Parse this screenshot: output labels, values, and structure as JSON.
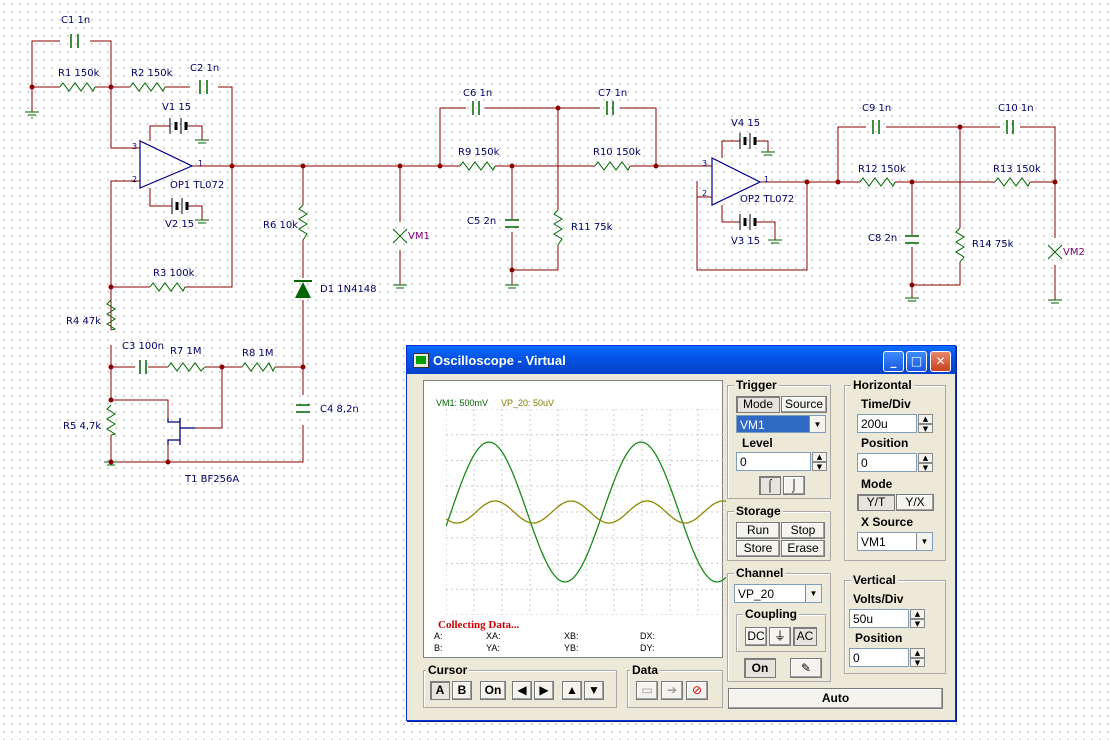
{
  "schematic": {
    "labels": {
      "c1": "C1 1n",
      "r1": "R1 150k",
      "r2": "R2 150k",
      "c2": "C2 1n",
      "v1": "V1 15",
      "op1": "OP1 TL072",
      "v2": "V2 15",
      "r3": "R3 100k",
      "r4": "R4 47k",
      "c3": "C3 100n",
      "r7": "R7 1M",
      "r8": "R8 1M",
      "r5": "R5 4,7k",
      "t1": "T1 BF256A",
      "r6": "R6 10k",
      "d1": "D1 1N4148",
      "c4": "C4 8,2n",
      "vm1": "VM1",
      "c6": "C6 1n",
      "c7": "C7 1n",
      "r9": "R9 150k",
      "r10": "R10 150k",
      "c5": "C5 2n",
      "r11": "R11 75k",
      "v4": "V4 15",
      "op2": "OP2 TL072",
      "v3": "V3 15",
      "c9": "C9 1n",
      "c10": "C10 1n",
      "r12": "R12 150k",
      "r13": "R13 150k",
      "c8": "C8 2n",
      "r14": "R14 75k",
      "vm2": "VM2",
      "p3a": "3",
      "p2a": "2",
      "p1a": "1",
      "p3b": "3",
      "p2b": "2",
      "p1b": "1"
    }
  },
  "window": {
    "title": "Oscilloscope - Virtual",
    "controls": {
      "minimize": "_",
      "maximize": "□",
      "close": "✕"
    }
  },
  "screen": {
    "channel1_label": "VM1: 500mV",
    "channel2_label": "VP_20: 50uV",
    "status": "Collecting Data...",
    "readouts": {
      "a": "A:",
      "b": "B:",
      "xa": "XA:",
      "ya": "YA:",
      "xb": "XB:",
      "yb": "YB:",
      "dx": "DX:",
      "dy": "DY:"
    },
    "colors": {
      "ch1": "#1a8a1a",
      "ch2": "#8a8a00"
    }
  },
  "trigger": {
    "title": "Trigger",
    "mode_label": "Mode",
    "source_label": "Source",
    "source_value": "VM1",
    "level_label": "Level",
    "level_value": "0",
    "rise_icon": "rising-edge-icon",
    "fall_icon": "falling-edge-icon"
  },
  "storage": {
    "title": "Storage",
    "run": "Run",
    "stop": "Stop",
    "store": "Store",
    "erase": "Erase"
  },
  "horizontal": {
    "title": "Horizontal",
    "timediv_label": "Time/Div",
    "timediv_value": "200u",
    "position_label": "Position",
    "position_value": "0",
    "mode_label": "Mode",
    "mode_yt": "Y/T",
    "mode_yx": "Y/X",
    "xsource_label": "X Source",
    "xsource_value": "VM1"
  },
  "channel": {
    "title": "Channel",
    "value": "VP_20",
    "coupling_label": "Coupling",
    "dc": "DC",
    "gnd": "⏚",
    "ac": "AC",
    "on": "On"
  },
  "vertical": {
    "title": "Vertical",
    "voltsdiv_label": "Volts/Div",
    "voltsdiv_value": "50u",
    "position_label": "Position",
    "position_value": "0"
  },
  "cursor": {
    "title": "Cursor",
    "a": "A",
    "b": "B",
    "on": "On"
  },
  "data_group": {
    "title": "Data"
  },
  "auto_label": "Auto"
}
